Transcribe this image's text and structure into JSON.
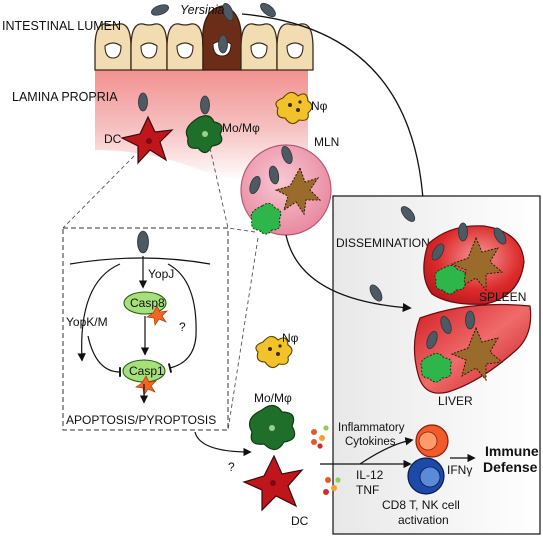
{
  "labels": {
    "yersinia": "Yersinia",
    "intestinal_lumen": "INTESTINAL LUMEN",
    "lamina_propria": "LAMINA PROPRIA",
    "dc": "DC",
    "mo_mphi": "Mo/Mφ",
    "n_phi": "Nφ",
    "mln": "MLN",
    "dissemination": "DISSEMINATION",
    "spleen": "SPLEEN",
    "liver": "LIVER",
    "yopj": "YopJ",
    "yopk_m": "YopK/M",
    "casp8": "Casp8",
    "casp1": "Casp1",
    "question": "?",
    "apoptosis": "APOPTOSIS/PYROPTOSIS",
    "inflammatory_1": "Inflammatory",
    "inflammatory_2": "Cytokines",
    "il12": "IL-12",
    "tnf": "TNF",
    "ifn": "IFNγ",
    "cd8_1": "CD8 T, NK cell",
    "cd8_2": "activation",
    "immune_1": "Immune",
    "immune_2": "Defense"
  },
  "colors": {
    "bacteria": "#4e5a63",
    "epithelium": "#f2ddb3",
    "infected_cell": "#6b2d17",
    "dc": "#c0161b",
    "macrophage": "#1f6f2a",
    "neutrophil": "#f2c22a",
    "mln": "#f1a7b9",
    "organ": "#d61f26",
    "casp": "#a6e07a",
    "star": "#f26522"
  }
}
